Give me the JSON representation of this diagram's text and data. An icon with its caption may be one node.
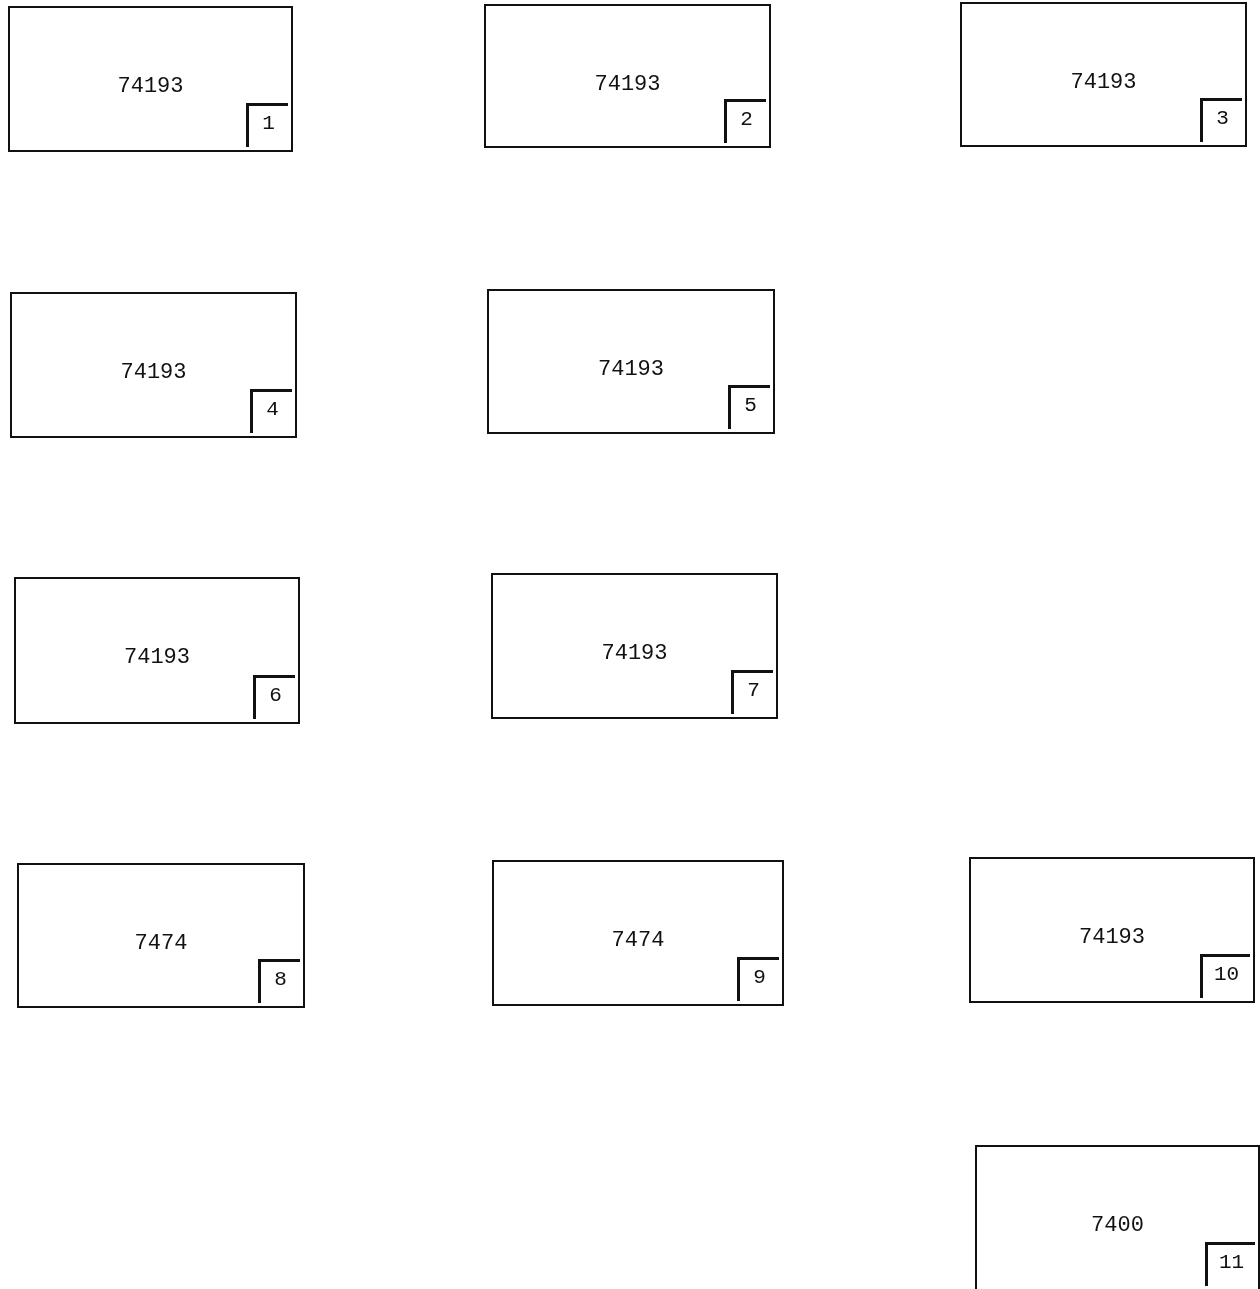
{
  "diagram": {
    "nodes": [
      {
        "text": [
          "74193"
        ]
      },
      {
        "text": [
          "1"
        ],
        "in": 0
      },
      {
        "text": [
          "74193"
        ]
      },
      {
        "text": [
          "2"
        ],
        "in": 2
      },
      {
        "text": [
          "74193"
        ]
      },
      {
        "text": [
          "3"
        ],
        "in": 4
      },
      {
        "text": [
          "74193"
        ]
      },
      {
        "text": [
          "4"
        ],
        "in": 6
      },
      {
        "text": [
          "74193"
        ]
      },
      {
        "text": [
          "5"
        ],
        "in": 8
      },
      {
        "text": [
          "74193"
        ]
      },
      {
        "text": [
          "6"
        ],
        "in": 10
      },
      {
        "text": [
          "74193"
        ]
      },
      {
        "text": [
          "7"
        ],
        "in": 12
      },
      {
        "text": [
          "7474"
        ]
      },
      {
        "text": [
          "8"
        ],
        "in": 14
      },
      {
        "text": [
          "7474"
        ]
      },
      {
        "text": [
          "9"
        ],
        "in": 16
      },
      {
        "text": [
          "74193"
        ]
      },
      {
        "text": [
          "10"
        ],
        "in": 18
      },
      {
        "text": [
          "7400"
        ]
      },
      {
        "text": [
          "11"
        ],
        "in": 20
      }
    ]
  }
}
